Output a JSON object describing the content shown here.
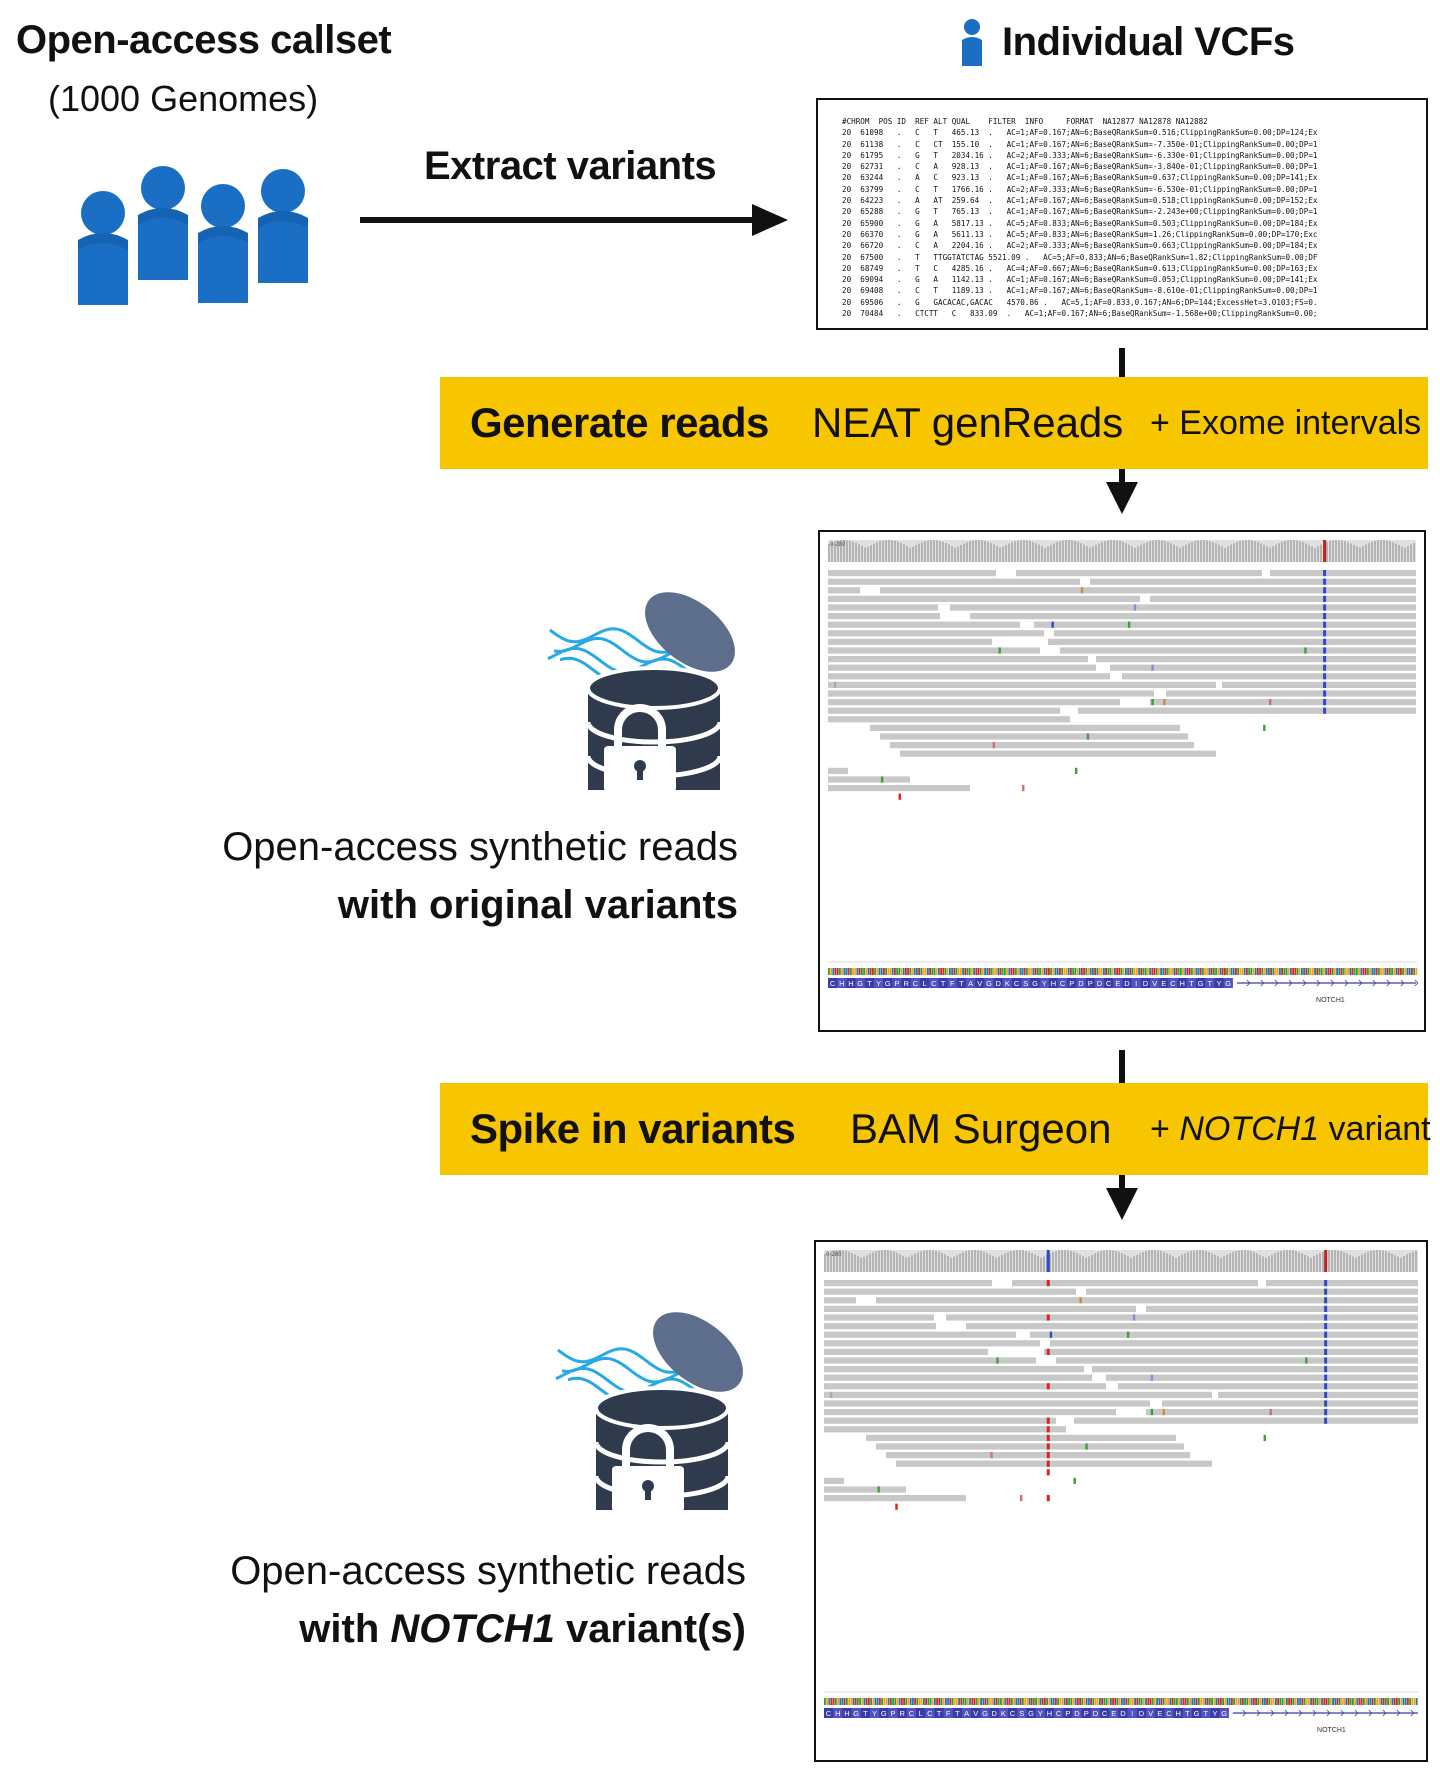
{
  "source": {
    "title": "Open-access callset",
    "subtitle": "(1000 Genomes)",
    "people_icon": "people-group-icon"
  },
  "vcf": {
    "title": "Individual VCFs",
    "person_icon": "person-icon",
    "header": "#CHROM  POS ID  REF ALT QUAL    FILTER  INFO     FORMAT  NA12877 NA12878 NA12882",
    "lines": [
      "20  61098   .   C   T   465.13  .   AC=1;AF=0.167;AN=6;BaseQRankSum=0.516;ClippingRankSum=0.00;DP=124;Ex",
      "20  61138   .   C   CT  155.10  .   AC=1;AF=0.167;AN=6;BaseQRankSum=-7.350e-01;ClippingRankSum=0.00;DP=1",
      "20  61795   .   G   T   2034.16 .   AC=2;AF=0.333;AN=6;BaseQRankSum=-6.330e-01;ClippingRankSum=0.00;DP=1",
      "20  62731   .   C   A   928.13  .   AC=1;AF=0.167;AN=6;BaseQRankSum=-3.840e-01;ClippingRankSum=0.00;DP=1",
      "20  63244   .   A   C   923.13  .   AC=1;AF=0.167;AN=6;BaseQRankSum=0.637;ClippingRankSum=0.00;DP=141;Ex",
      "20  63799   .   C   T   1766.16 .   AC=2;AF=0.333;AN=6;BaseQRankSum=-6.530e-01;ClippingRankSum=0.00;DP=1",
      "20  64223   .   A   AT  259.64  .   AC=1;AF=0.167;AN=6;BaseQRankSum=0.518;ClippingRankSum=0.00;DP=152;Ex",
      "20  65288   .   G   T   765.13  .   AC=1;AF=0.167;AN=6;BaseQRankSum=-2.243e+00;ClippingRankSum=0.00;DP=1",
      "20  65900   .   G   A   5817.13 .   AC=5;AF=0.833;AN=6;BaseQRankSum=0.503;ClippingRankSum=0.00;DP=184;Ex",
      "20  66370   .   G   A   5611.13 .   AC=5;AF=0.833;AN=6;BaseQRankSum=1.26;ClippingRankSum=0.00;DP=170;Exc",
      "20  66720   .   C   A   2204.16 .   AC=2;AF=0.333;AN=6;BaseQRankSum=0.663;ClippingRankSum=0.00;DP=184;Ex",
      "20  67500   .   T   TTGGTATCTAG 5521.09 .   AC=5;AF=0.833;AN=6;BaseQRankSum=1.82;ClippingRankSum=0.00;DF",
      "20  68749   .   T   C   4285.16 .   AC=4;AF=0.667;AN=6;BaseQRankSum=0.613;ClippingRankSum=0.00;DP=163;Ex",
      "20  69094   .   G   A   1142.13 .   AC=1;AF=0.167;AN=6;BaseQRankSum=0.053;ClippingRankSum=0.00;DP=141;Ex",
      "20  69408   .   C   T   1189.13 .   AC=1;AF=0.167;AN=6;BaseQRankSum=-8.610e-01;ClippingRankSum=0.00;DP=1",
      "20  69506   .   G   GACACAC,GACAC   4570.86 .   AC=5,1;AF=0.833,0.167;AN=6;DP=144;ExcessHet=3.0103;FS=0.",
      "20  70484   .   CTCTT   C   833.09  .   AC=1;AF=0.167;AN=6;BaseQRankSum=-1.568e+00;ClippingRankSum=0.00;"
    ]
  },
  "extract_arrow": {
    "label": "Extract variants"
  },
  "band1": {
    "step": "Generate reads",
    "tool": "NEAT genReads",
    "extra": "+ Exome intervals"
  },
  "band2": {
    "step": "Spike in variants",
    "tool": "BAM Surgeon",
    "extra_prefix": "+ ",
    "extra_gene": "NOTCH1",
    "extra_suffix": " variant"
  },
  "pileup": {
    "range_label": "0-280",
    "gene_label": "NOTCH1",
    "amino_acids": [
      "C",
      "H",
      "H",
      "G",
      "T",
      "Y",
      "G",
      "P",
      "R",
      "C",
      "L",
      "C",
      "T",
      "F",
      "T",
      "A",
      "V",
      "G",
      "D",
      "K",
      "C",
      "S",
      "G",
      "Y",
      "H",
      "C",
      "P",
      "D",
      "P",
      "D",
      "C",
      "E",
      "D",
      "I",
      "D",
      "V",
      "E",
      "C",
      "H",
      "T",
      "G",
      "T",
      "Y",
      "G"
    ]
  },
  "caption1": {
    "line1": "Open-access synthetic reads",
    "line2": "with original variants"
  },
  "caption2": {
    "line1": "Open-access synthetic reads",
    "line2_prefix": "with ",
    "line2_gene": "NOTCH1",
    "line2_suffix": " variant(s)"
  },
  "colors": {
    "accent_band": "#f7c600",
    "people_blue": "#1a6fc4",
    "database_navy": "#2f3a4c",
    "database_lid": "#5d6f8c",
    "dna_cyan": "#27a9e6",
    "read_gray": "#c8c8c8"
  }
}
